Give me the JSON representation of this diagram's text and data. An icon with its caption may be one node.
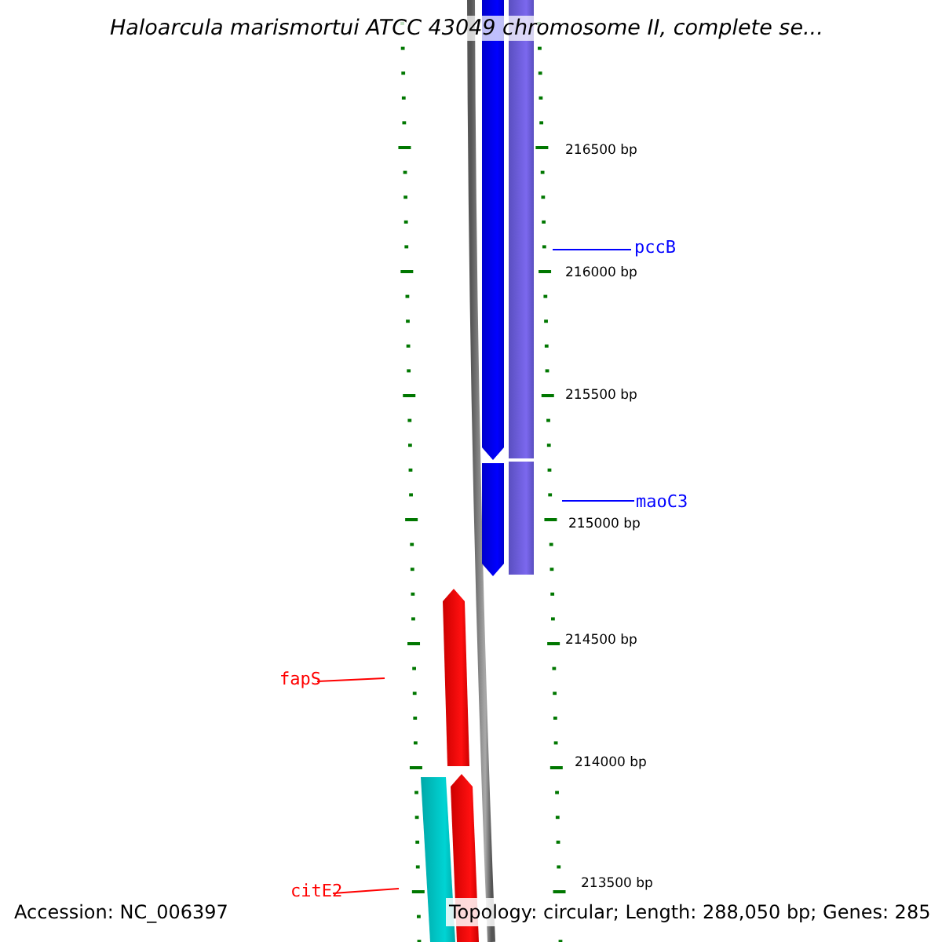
{
  "diagram": {
    "title": "Haloarcula marismortui ATCC 43049 chromosome II, complete se...",
    "nodes": [
      {
        "text": [
          "pccB"
        ]
      },
      {
        "text": [
          "maoC3"
        ]
      },
      {
        "text": [
          "fapS"
        ]
      },
      {
        "text": [
          "citE2"
        ]
      }
    ],
    "edges": [
      {
        "from": 0,
        "to": null,
        "arrow": "none",
        "color": "#0000ff"
      },
      {
        "from": 1,
        "to": null,
        "arrow": "none",
        "color": "#0000ff"
      },
      {
        "from": 2,
        "to": null,
        "arrow": "none",
        "color": "#ff0000"
      },
      {
        "from": 3,
        "to": null,
        "arrow": "none",
        "color": "#ff0000"
      }
    ],
    "labels": [
      "216500 bp",
      "216000 bp",
      "215500 bp",
      "215000 bp",
      "214500 bp",
      "214000 bp",
      "213500 bp",
      "Accession: NC_006397",
      "Topology: circular; Length: 288,050 bp; Genes: 285"
    ]
  }
}
